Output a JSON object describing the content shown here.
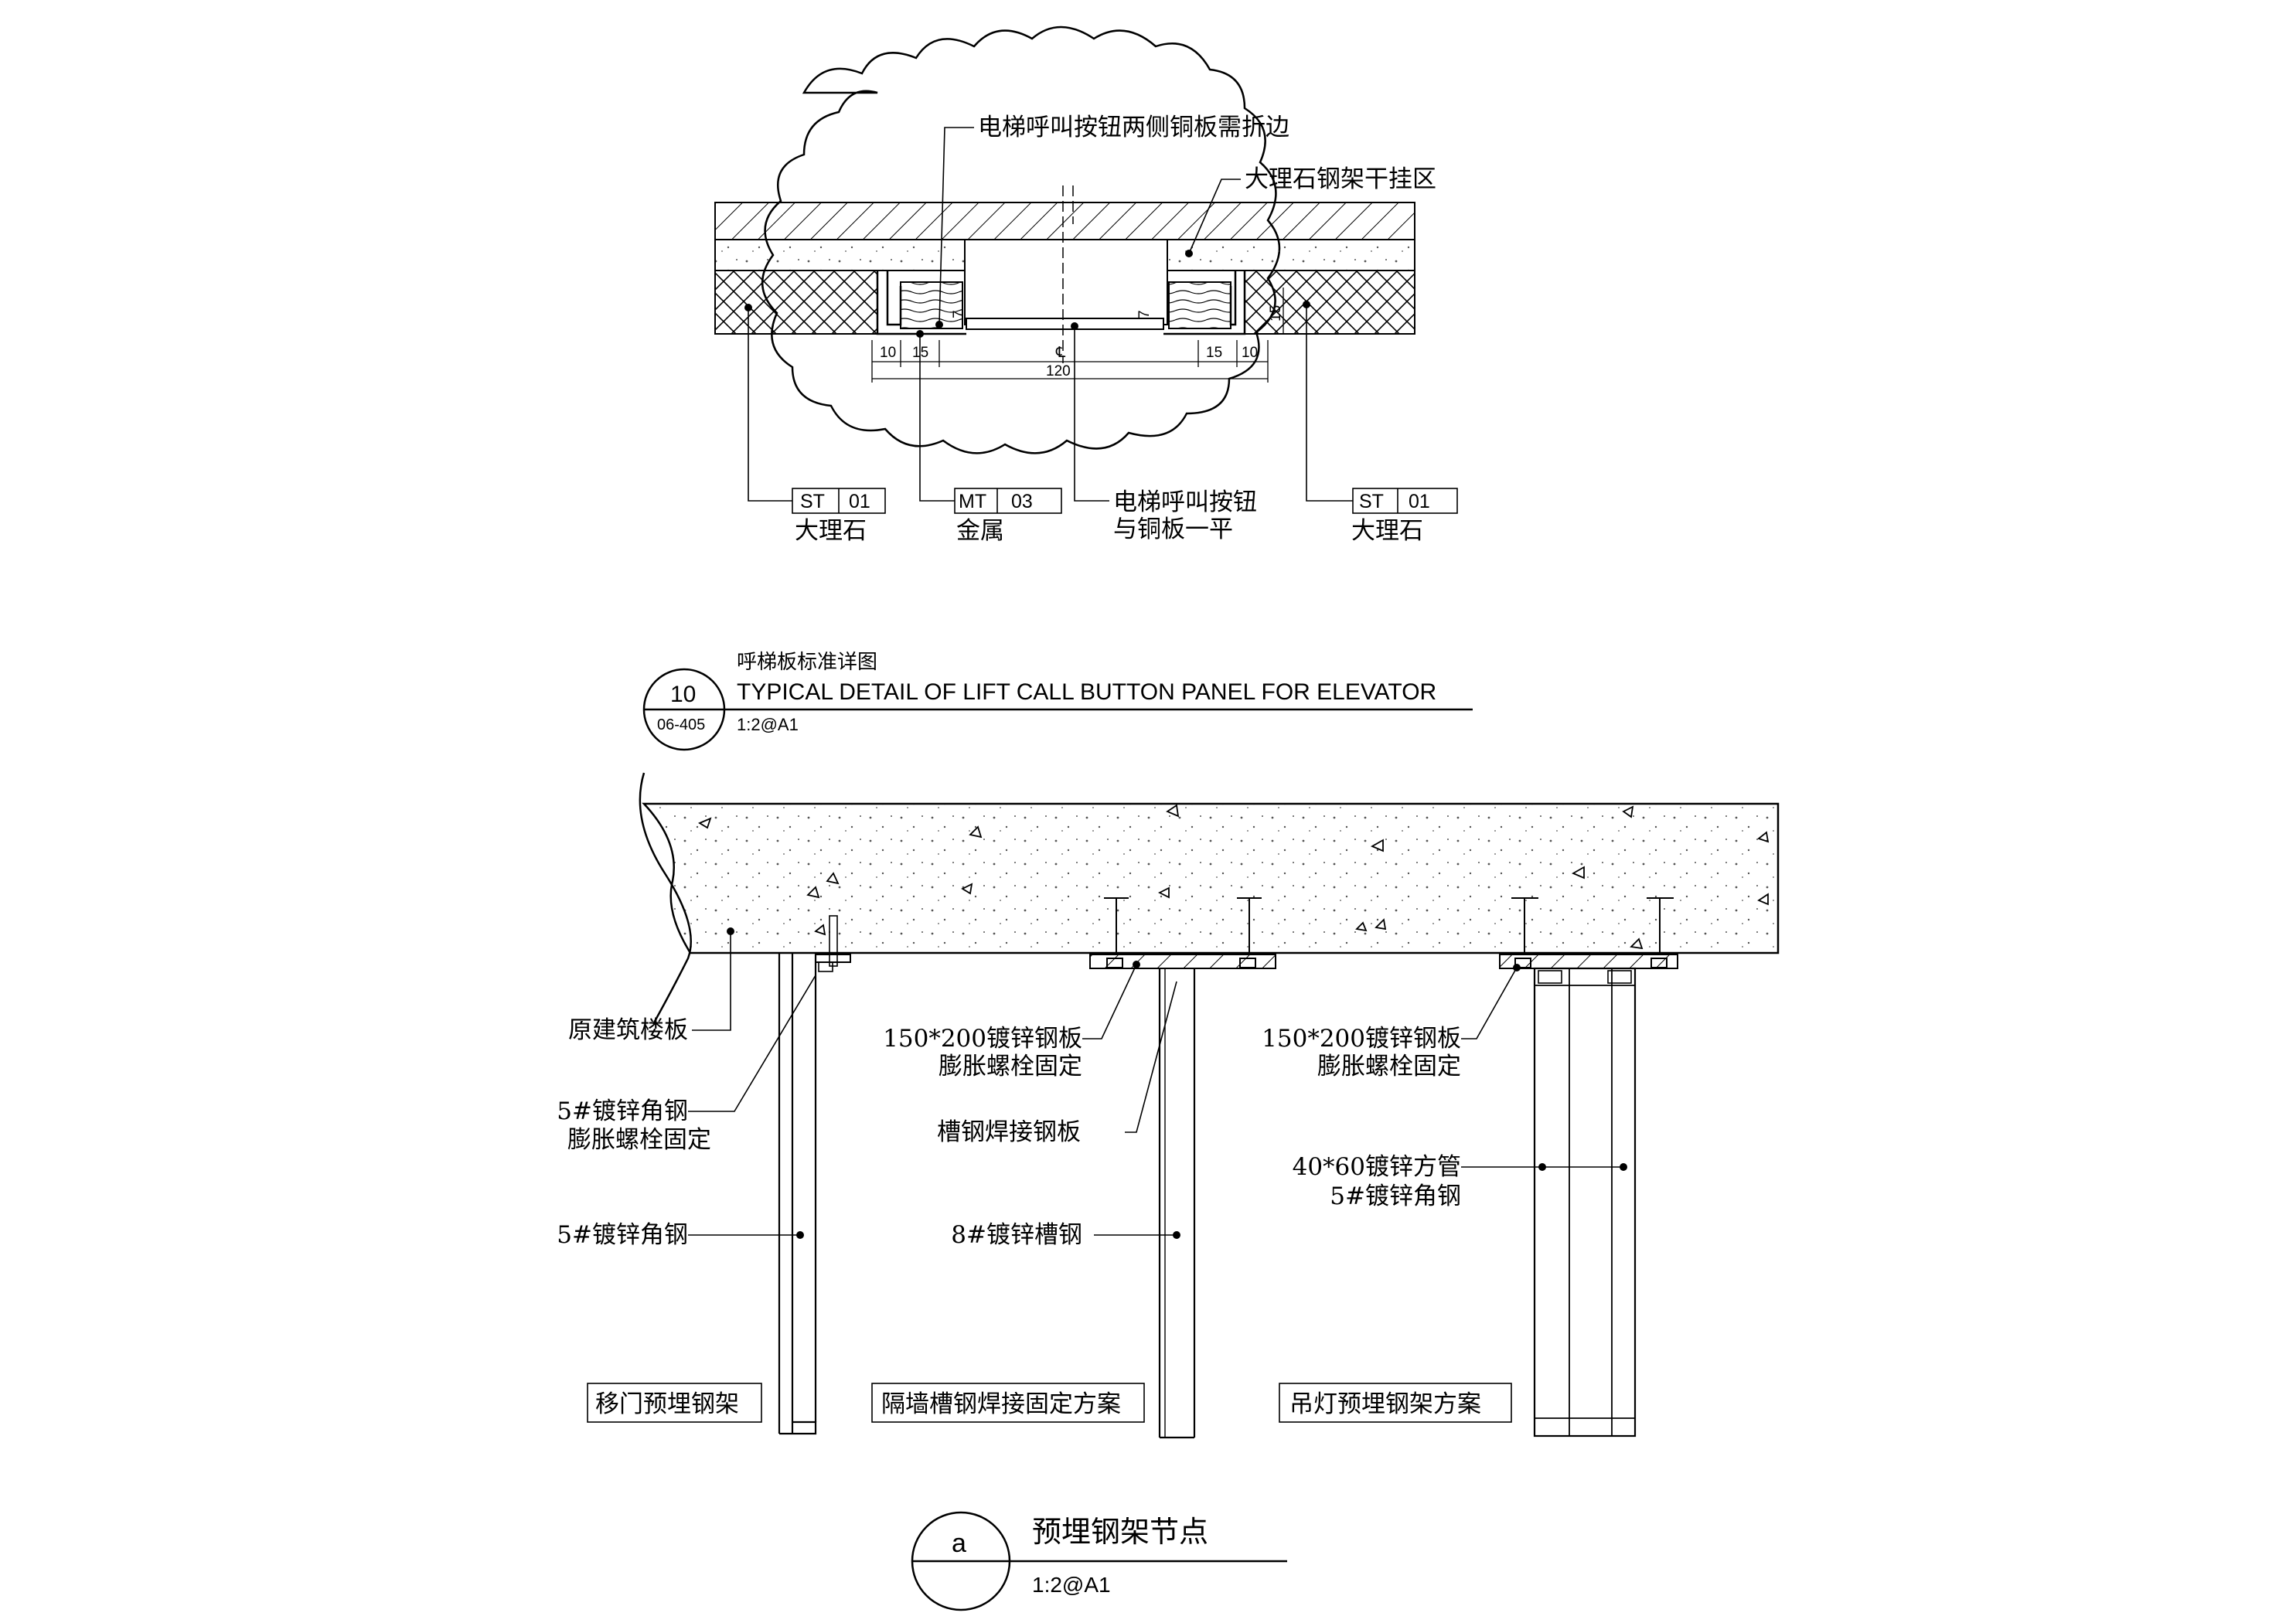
{
  "top_detail": {
    "callouts": {
      "copper_fold": "电梯呼叫按钮两侧铜板需折边",
      "marble_zone": "大理石钢架干挂区",
      "button_flush_l1": "电梯呼叫按钮",
      "button_flush_l2": "与铜板一平"
    },
    "tags": [
      {
        "code": "ST",
        "num": "01",
        "label": "大理石"
      },
      {
        "code": "MT",
        "num": "03",
        "label": "金属"
      },
      {
        "code": "ST",
        "num": "01",
        "label": "大理石"
      }
    ],
    "dims": {
      "d10_left": "10",
      "d15_left": "15",
      "d15_right": "15",
      "d10_right": "10",
      "d120": "120",
      "d7_left": "7",
      "d7_right": "7",
      "d15_side": "15",
      "centerline": "℄"
    },
    "title_block": {
      "number": "10",
      "sheet": "06-405",
      "title_cn": "呼梯板标准详图",
      "title_en": "TYPICAL DETAIL OF LIFT CALL BUTTON PANEL FOR ELEVATOR",
      "scale": "1:2@A1"
    }
  },
  "bottom_detail": {
    "labels": {
      "slab": "原建筑楼板",
      "angle_anchor_l1": "5#镀锌角钢",
      "angle_anchor_l2": "膨胀螺栓固定",
      "angle": "5#镀锌角钢",
      "plate_mid_l1": "150*200镀锌钢板",
      "plate_mid_l2": "膨胀螺栓固定",
      "channel_weld": "槽钢焊接钢板",
      "channel": "8#镀锌槽钢",
      "plate_right_l1": "150*200镀锌钢板",
      "plate_right_l2": "膨胀螺栓固定",
      "tube_l1": "40*60镀锌方管",
      "tube_l2": "5#镀锌角钢"
    },
    "schemes": {
      "sliding_door": "移门预埋钢架",
      "partition": "隔墙槽钢焊接固定方案",
      "chandelier": "吊灯预埋钢架方案"
    },
    "title_block": {
      "letter": "a",
      "title": "预埋钢架节点",
      "scale": "1:2@A1"
    }
  }
}
